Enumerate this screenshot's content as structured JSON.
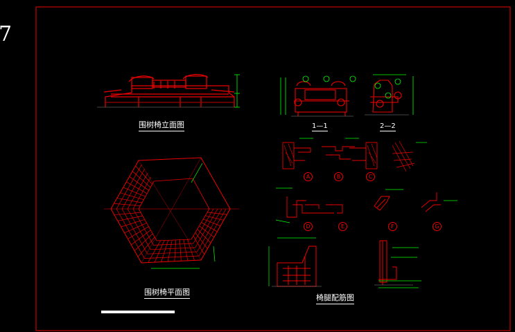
{
  "sheet": {
    "sheet_number": "7",
    "line_color": "#ff0000",
    "text_color": "#ffffff",
    "dim_color": "#00ff00",
    "background": "#000000"
  },
  "drawings": {
    "elevation_title": "围树椅立面图",
    "plan_title": "围树椅平面图",
    "section_1_1": "1—1",
    "section_2_2": "2—2",
    "detail_title": "椅腿配筋图"
  },
  "details": [
    "A",
    "B",
    "C",
    "D",
    "E",
    "F",
    "G"
  ]
}
